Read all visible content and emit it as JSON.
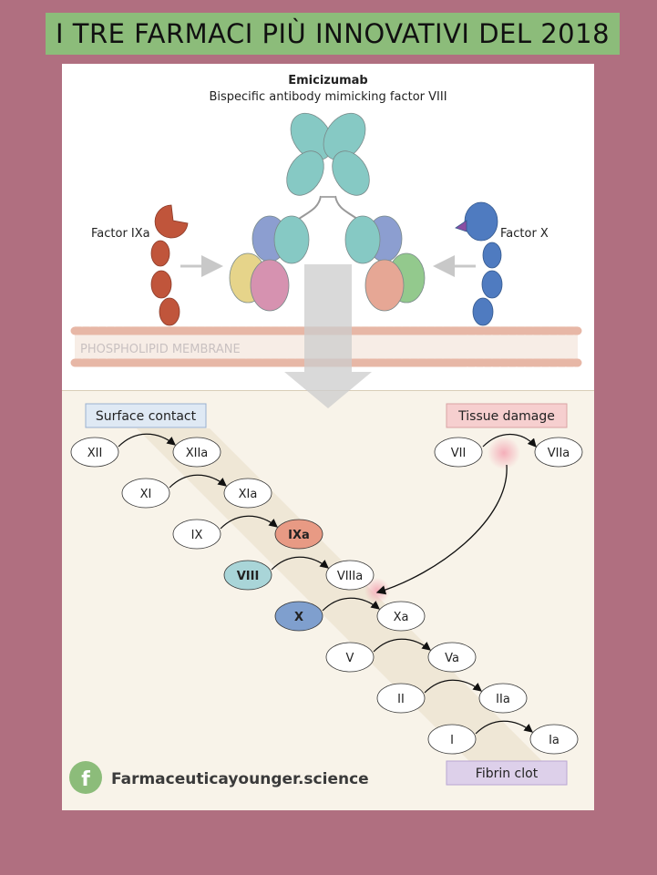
{
  "banner": {
    "title": "I TRE FARMACI PIÙ INNOVATIVI DEL 2018"
  },
  "top": {
    "drug_name": "Emicizumab",
    "drug_desc": "Bispecific antibody mimicking factor VIII",
    "left_factor": "Factor IXa",
    "right_factor": "Factor X",
    "membrane": "PHOSPHOLIPID MEMBRANE"
  },
  "cascade": {
    "surface_contact": "Surface contact",
    "tissue_damage": "Tissue damage",
    "fibrin_clot": "Fibrin clot",
    "steps": [
      {
        "from": "XII",
        "to": "XIIa"
      },
      {
        "from": "XI",
        "to": "XIa"
      },
      {
        "from": "IX",
        "to": "IXa"
      },
      {
        "from": "VIII",
        "to": "VIIIa"
      },
      {
        "from": "X",
        "to": "Xa"
      },
      {
        "from": "V",
        "to": "Va"
      },
      {
        "from": "II",
        "to": "IIa"
      },
      {
        "from": "I",
        "to": "Ia"
      }
    ],
    "tissue_step": {
      "from": "VII",
      "to": "VIIa"
    }
  },
  "footer": {
    "site": "Farmaceuticayounger.science",
    "icon": "facebook-icon"
  },
  "colors": {
    "banner": "#8cbc7a",
    "background": "#b06f80",
    "ixa": "#e89a84",
    "viii": "#a9d5d8",
    "x": "#7f9fce",
    "surface_box": "#dfe9f4",
    "tissue_box": "#f6cfcf",
    "fibrin_box": "#ddd0ea"
  }
}
